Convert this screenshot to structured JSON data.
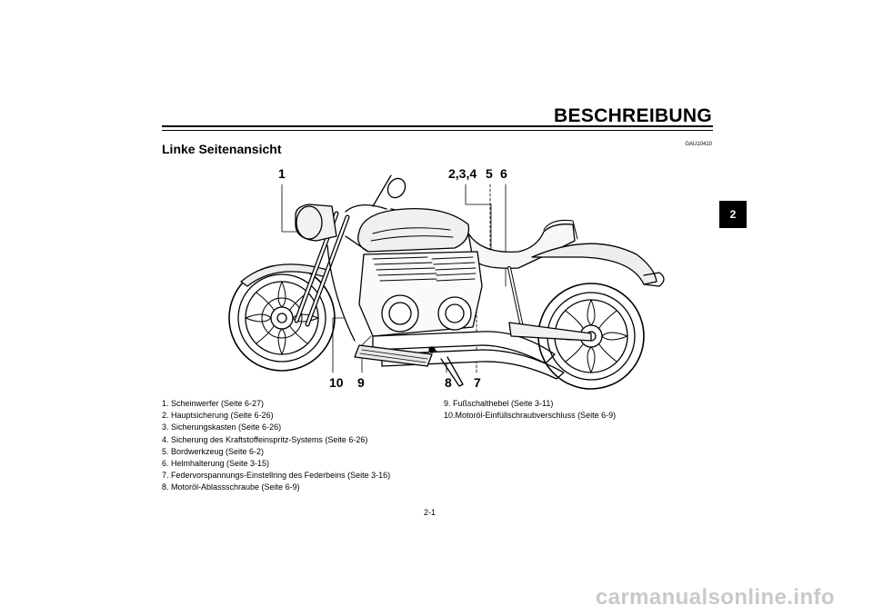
{
  "header": {
    "title": "BESCHREIBUNG",
    "doc_code": "GAU10410"
  },
  "chapter_tab": "2",
  "section_title": "Linke Seitenansicht",
  "callouts": {
    "c1": "1",
    "c234": "2,3,4",
    "c5": "5",
    "c6": "6",
    "c10": "10",
    "c9": "9",
    "c8": "8",
    "c7": "7"
  },
  "legend_left": [
    "1. Scheinwerfer (Seite 6-27)",
    "2. Hauptsicherung (Seite 6-26)",
    "3. Sicherungskasten (Seite 6-26)",
    "4. Sicherung des Kraftstoffeinspritz-Systems (Seite 6-26)",
    "5. Bordwerkzeug (Seite 6-2)",
    "6. Helmhalterung (Seite 3-15)",
    "7. Federvorspannungs-Einstellring des Federbeins (Seite 3-16)",
    "8. Motoröl-Ablassschraube (Seite 6-9)"
  ],
  "legend_right": [
    "9. Fußschalthebel (Seite 3-11)",
    "10.Motoröl-Einfüllschraubverschluss (Seite 6-9)"
  ],
  "page_number": "2-1",
  "watermark": "carmanualsonline.info"
}
